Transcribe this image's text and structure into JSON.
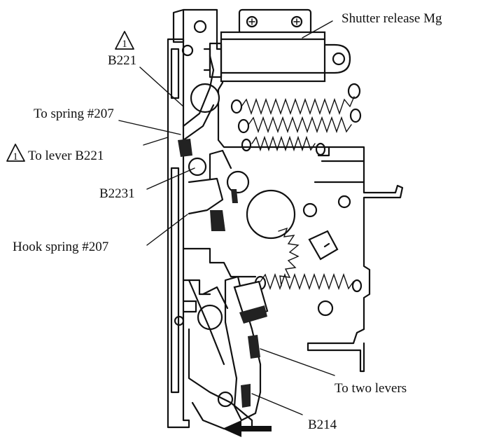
{
  "labels": {
    "shutter_release": "Shutter release Mg",
    "b221": "B221",
    "to_spring": "To spring #207",
    "to_lever": "To lever B221",
    "b2231": "B2231",
    "hook_spring": "Hook spring #207",
    "to_two_levers": "To two levers",
    "b214": "B214"
  },
  "warning_mark": "1",
  "colors": {
    "ink": "#111111",
    "paper": "#ffffff"
  },
  "icons": [
    "warning-triangle-icon",
    "direction-arrow-left-icon"
  ]
}
